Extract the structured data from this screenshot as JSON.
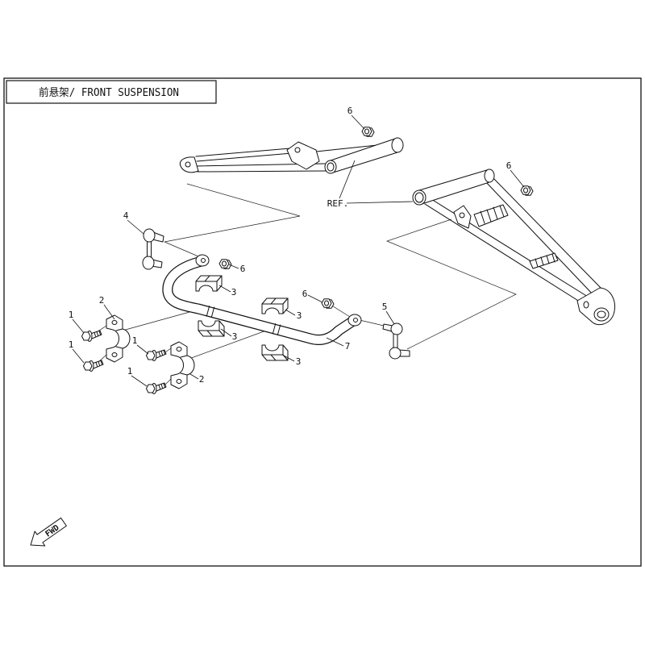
{
  "title": "前悬架/ FRONT SUSPENSION",
  "callouts": [
    "6",
    "6",
    "REF.",
    "4",
    "6",
    "3",
    "6",
    "3",
    "5",
    "2",
    "1",
    "1",
    "3",
    "1",
    "7",
    "3",
    "1",
    "2"
  ],
  "fwd_label": "FWD"
}
